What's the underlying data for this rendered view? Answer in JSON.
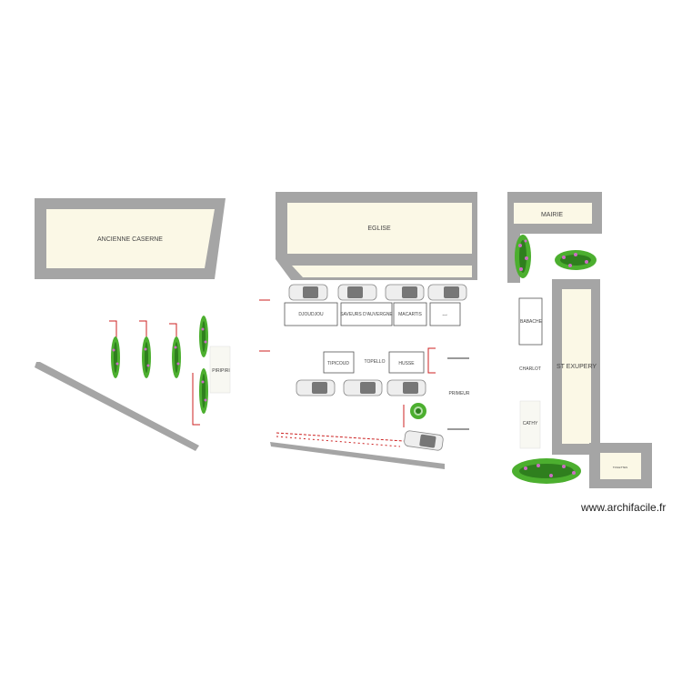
{
  "buildings": {
    "ancienne_caserne": "ANCIENNE CASERNE",
    "eglise": "EGLISE",
    "mairie": "MAIRIE",
    "st_exupery": "ST EXUPERY",
    "small_room": "TOILETTES"
  },
  "stalls": {
    "djoudjou": "DJOUDJOU",
    "saveurs": "SAVEURS D'AUVERGNE",
    "macartis": "MACARTIS",
    "tiny_stall": "stand",
    "tipicoud": "TIPICOUD",
    "topello": "TOPELLO",
    "husse": "HUSSE",
    "primeur": "PRIMEUR",
    "piripiri": "PIRIPIRI",
    "babache": "BABACHE",
    "charlot": "CHARLOT",
    "cathy": "CATHY"
  },
  "watermark": "www.archifacile.fr",
  "colors": {
    "wall": "#a5a5a5",
    "room": "#fbf8e6",
    "tree": "#4caf2f",
    "flower": "#cc6cc4",
    "marker": "#cc2222"
  }
}
